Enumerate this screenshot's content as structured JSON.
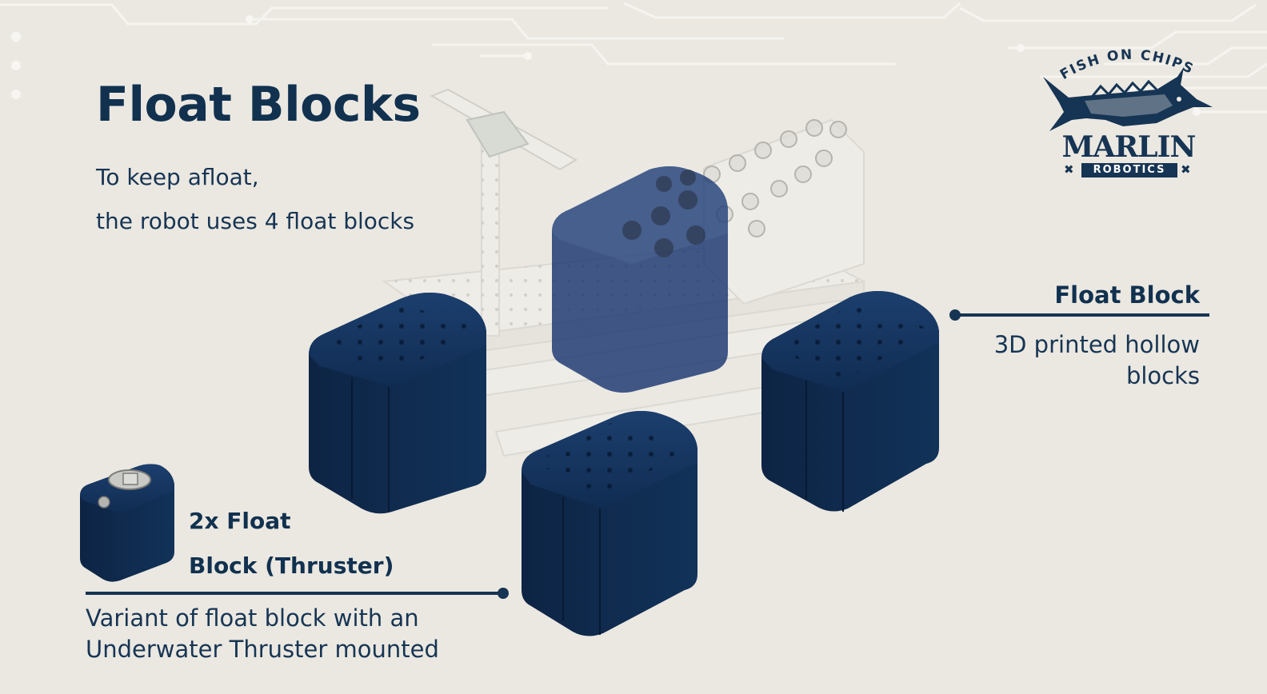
{
  "slide": {
    "title": "Float Blocks",
    "intro_lines": [
      "To keep afloat,",
      "the robot uses 4 float blocks"
    ]
  },
  "callouts": {
    "float_block": {
      "title": "Float Block",
      "description_lines": [
        "3D printed hollow",
        "blocks"
      ]
    },
    "thruster_block": {
      "title_lines": [
        "2x Float",
        "Block (Thruster)"
      ],
      "description_lines": [
        "Variant of float block with an",
        "Underwater Thruster mounted"
      ]
    }
  },
  "logo": {
    "arc_text": "FISH ON CHIPS",
    "name": "MARLIN",
    "banner": "ROBOTICS",
    "icon": "marlin-fish-icon"
  },
  "colors": {
    "background": "#ebe8e1",
    "text": "#13324f",
    "block_fill": "#0f2a4f"
  }
}
